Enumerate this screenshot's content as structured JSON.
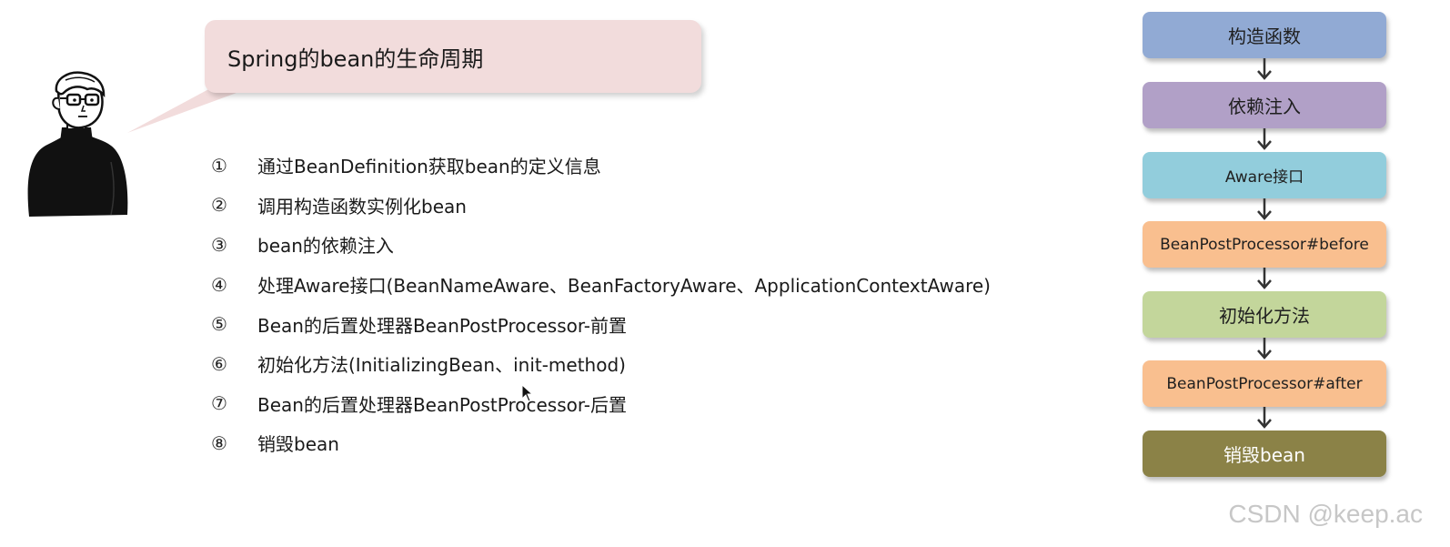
{
  "bubble": {
    "title": "Spring的bean的生命周期"
  },
  "steps": [
    {
      "num": "①",
      "text": "通过BeanDefinition获取bean的定义信息"
    },
    {
      "num": "②",
      "text": "调用构造函数实例化bean"
    },
    {
      "num": "③",
      "text": "bean的依赖注入"
    },
    {
      "num": "④",
      "text": "处理Aware接口(BeanNameAware、BeanFactoryAware、ApplicationContextAware)"
    },
    {
      "num": "⑤",
      "text": "Bean的后置处理器BeanPostProcessor-前置"
    },
    {
      "num": "⑥",
      "text": "初始化方法(InitializingBean、init-method)"
    },
    {
      "num": "⑦",
      "text": "Bean的后置处理器BeanPostProcessor-后置"
    },
    {
      "num": "⑧",
      "text": "销毁bean"
    }
  ],
  "flow": [
    {
      "label": "构造函数",
      "color": "#91aad4",
      "size": "large"
    },
    {
      "label": "依赖注入",
      "color": "#b1a0c7",
      "size": "large"
    },
    {
      "label": "Aware接口",
      "color": "#92cddc",
      "size": "small"
    },
    {
      "label": "BeanPostProcessor#before",
      "color": "#f9bf8f",
      "size": "small"
    },
    {
      "label": "初始化方法",
      "color": "#c3d69b",
      "size": "large"
    },
    {
      "label": "BeanPostProcessor#after",
      "color": "#f9bf8f",
      "size": "small"
    },
    {
      "label": "销毁bean",
      "color": "#8b8247",
      "size": "large",
      "text_color": "#ffffff"
    }
  ],
  "watermark": "CSDN @keep.ac",
  "icons": {
    "character": "person-with-glasses-illustration",
    "cursor": "mouse-pointer-icon",
    "arrow": "arrow-down-icon"
  }
}
